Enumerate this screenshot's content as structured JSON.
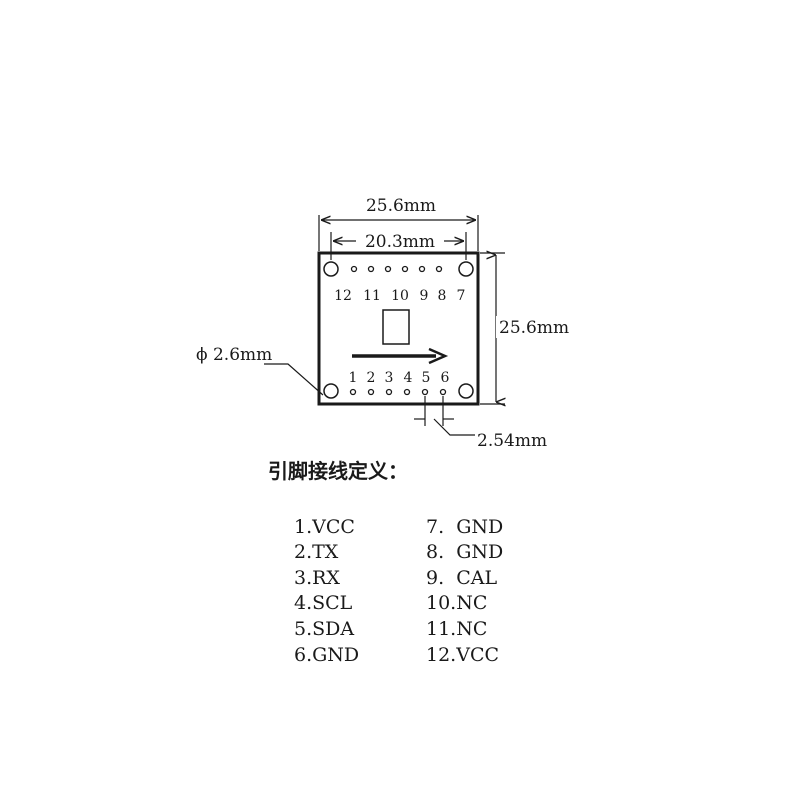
{
  "dimensions": {
    "width_outer": "25.6mm",
    "width_inner": "20.3mm",
    "height": "25.6mm",
    "hole_diameter": "ϕ 2.6mm",
    "pin_pitch": "2.54mm"
  },
  "top_pin_numbers": [
    "12",
    "11",
    "10",
    "9",
    "8",
    "7"
  ],
  "bottom_pin_numbers": [
    "1",
    "2",
    "3",
    "4",
    "5",
    "6"
  ],
  "pinout_heading": "引脚接线定义：",
  "pinout_left": [
    "1.VCC",
    "2.TX",
    "3.RX",
    "4.SCL",
    "5.SDA",
    "6.GND"
  ],
  "pinout_right": [
    "7.  GND",
    "8.  GND",
    "9.  CAL",
    "10.NC",
    "11.NC",
    "12.VCC"
  ]
}
